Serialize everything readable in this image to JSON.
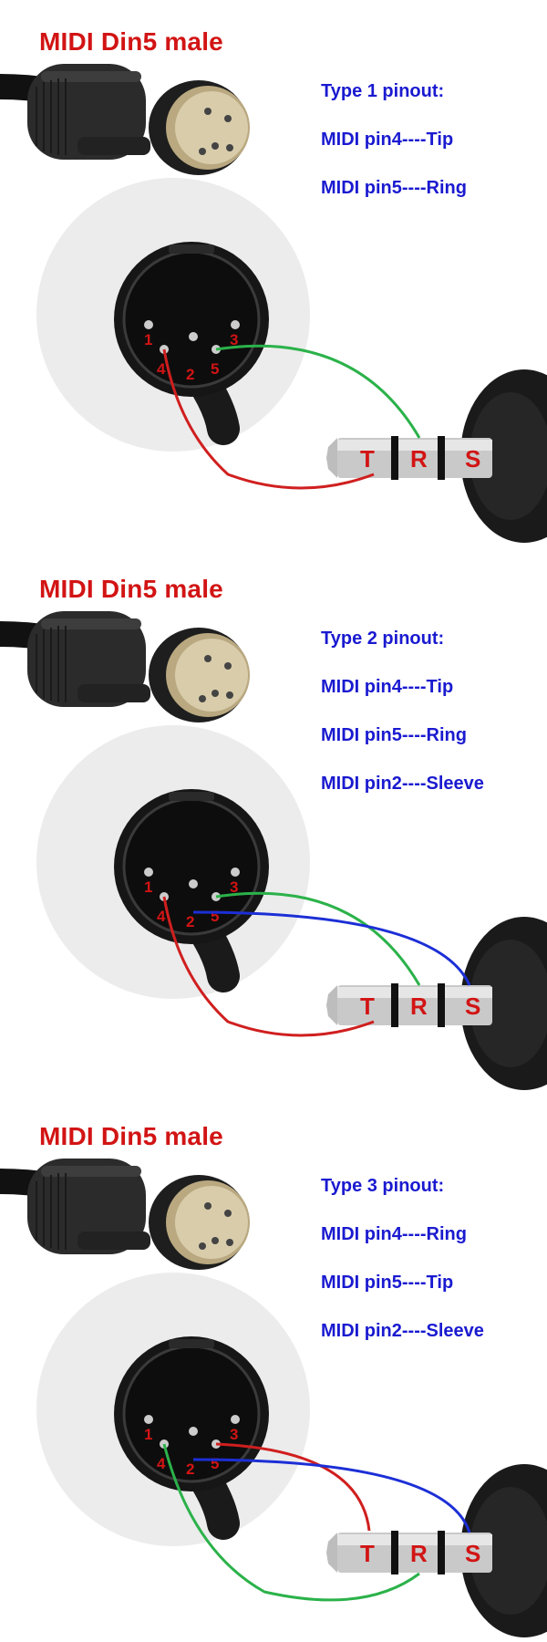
{
  "sections": [
    {
      "title": "MIDI Din5 male",
      "lines": [
        "Type 1 pinout:",
        "MIDI pin4----Tip",
        "MIDI pin5----Ring"
      ],
      "wires": [
        {
          "pin": "4",
          "contact": "T",
          "color": "#d01f1f"
        },
        {
          "pin": "5",
          "contact": "R",
          "color": "#2bb24a"
        }
      ]
    },
    {
      "title": "MIDI Din5 male",
      "lines": [
        "Type 2 pinout:",
        "MIDI pin4----Tip",
        "MIDI pin5----Ring",
        "MIDI pin2----Sleeve"
      ],
      "wires": [
        {
          "pin": "4",
          "contact": "T",
          "color": "#d01f1f"
        },
        {
          "pin": "5",
          "contact": "R",
          "color": "#2bb24a"
        },
        {
          "pin": "2",
          "contact": "S",
          "color": "#1c2fd6"
        }
      ]
    },
    {
      "title": "MIDI Din5 male",
      "lines": [
        "Type 3 pinout:",
        "MIDI pin4----Ring",
        "MIDI pin5----Tip",
        "MIDI pin2----Sleeve"
      ],
      "wires": [
        {
          "pin": "4",
          "contact": "R",
          "color": "#2bb24a"
        },
        {
          "pin": "5",
          "contact": "T",
          "color": "#d01f1f"
        },
        {
          "pin": "2",
          "contact": "S",
          "color": "#1c2fd6"
        }
      ]
    }
  ],
  "pin_numbers": [
    "1",
    "2",
    "3",
    "4",
    "5"
  ],
  "jack_contacts": [
    "T",
    "R",
    "S"
  ],
  "colors": {
    "title": "#d21414",
    "pinout_text": "#1a1ad0",
    "pin_label": "#d21414"
  }
}
